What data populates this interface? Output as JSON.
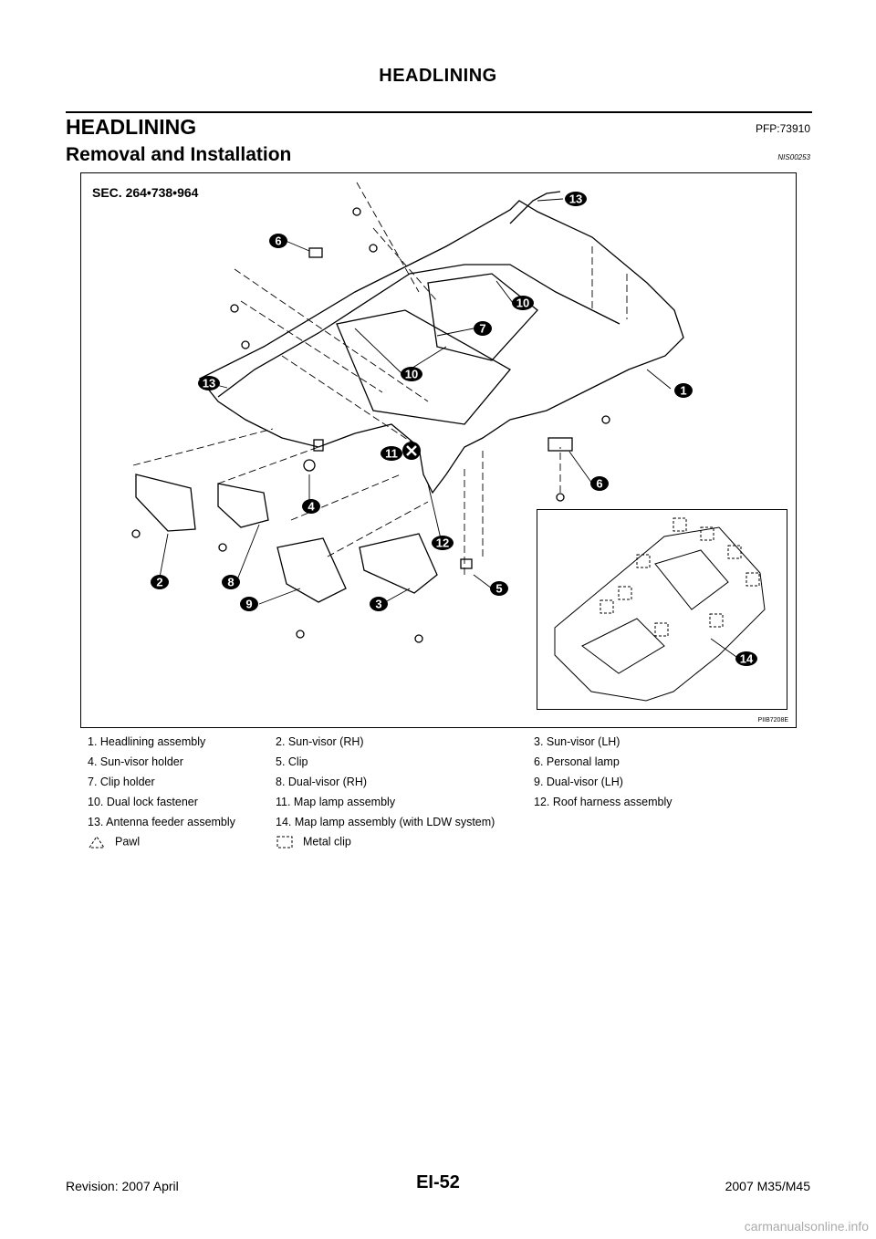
{
  "header": {
    "running_title": "HEADLINING"
  },
  "section": {
    "title": "HEADLINING",
    "pfp": "PFP:73910"
  },
  "subsection": {
    "title": "Removal and Installation",
    "code": "NIS00253"
  },
  "figure": {
    "sec_label": "SEC. 264•738•964",
    "code": "PIIB7208E",
    "callouts": [
      "1",
      "2",
      "3",
      "4",
      "5",
      "6",
      "6",
      "7",
      "8",
      "9",
      "10",
      "10",
      "11",
      "12",
      "13",
      "13",
      "14"
    ]
  },
  "legend": {
    "rows": [
      [
        "1. Headlining assembly",
        "2. Sun-visor (RH)",
        "3. Sun-visor (LH)"
      ],
      [
        "4. Sun-visor holder",
        "5. Clip",
        "6. Personal lamp"
      ],
      [
        "7. Clip holder",
        "8. Dual-visor (RH)",
        "9. Dual-visor (LH)"
      ],
      [
        "10. Dual lock fastener",
        "11. Map lamp assembly",
        "12. Roof harness assembly"
      ],
      [
        "13. Antenna feeder assembly",
        "14. Map lamp assembly (with LDW system)",
        ""
      ]
    ],
    "pawl_label": "Pawl",
    "metal_clip_label": "Metal clip"
  },
  "footer": {
    "revision": "Revision: 2007 April",
    "page": "EI-52",
    "model": "2007 M35/M45"
  },
  "watermark": "carmanualsonline.info"
}
